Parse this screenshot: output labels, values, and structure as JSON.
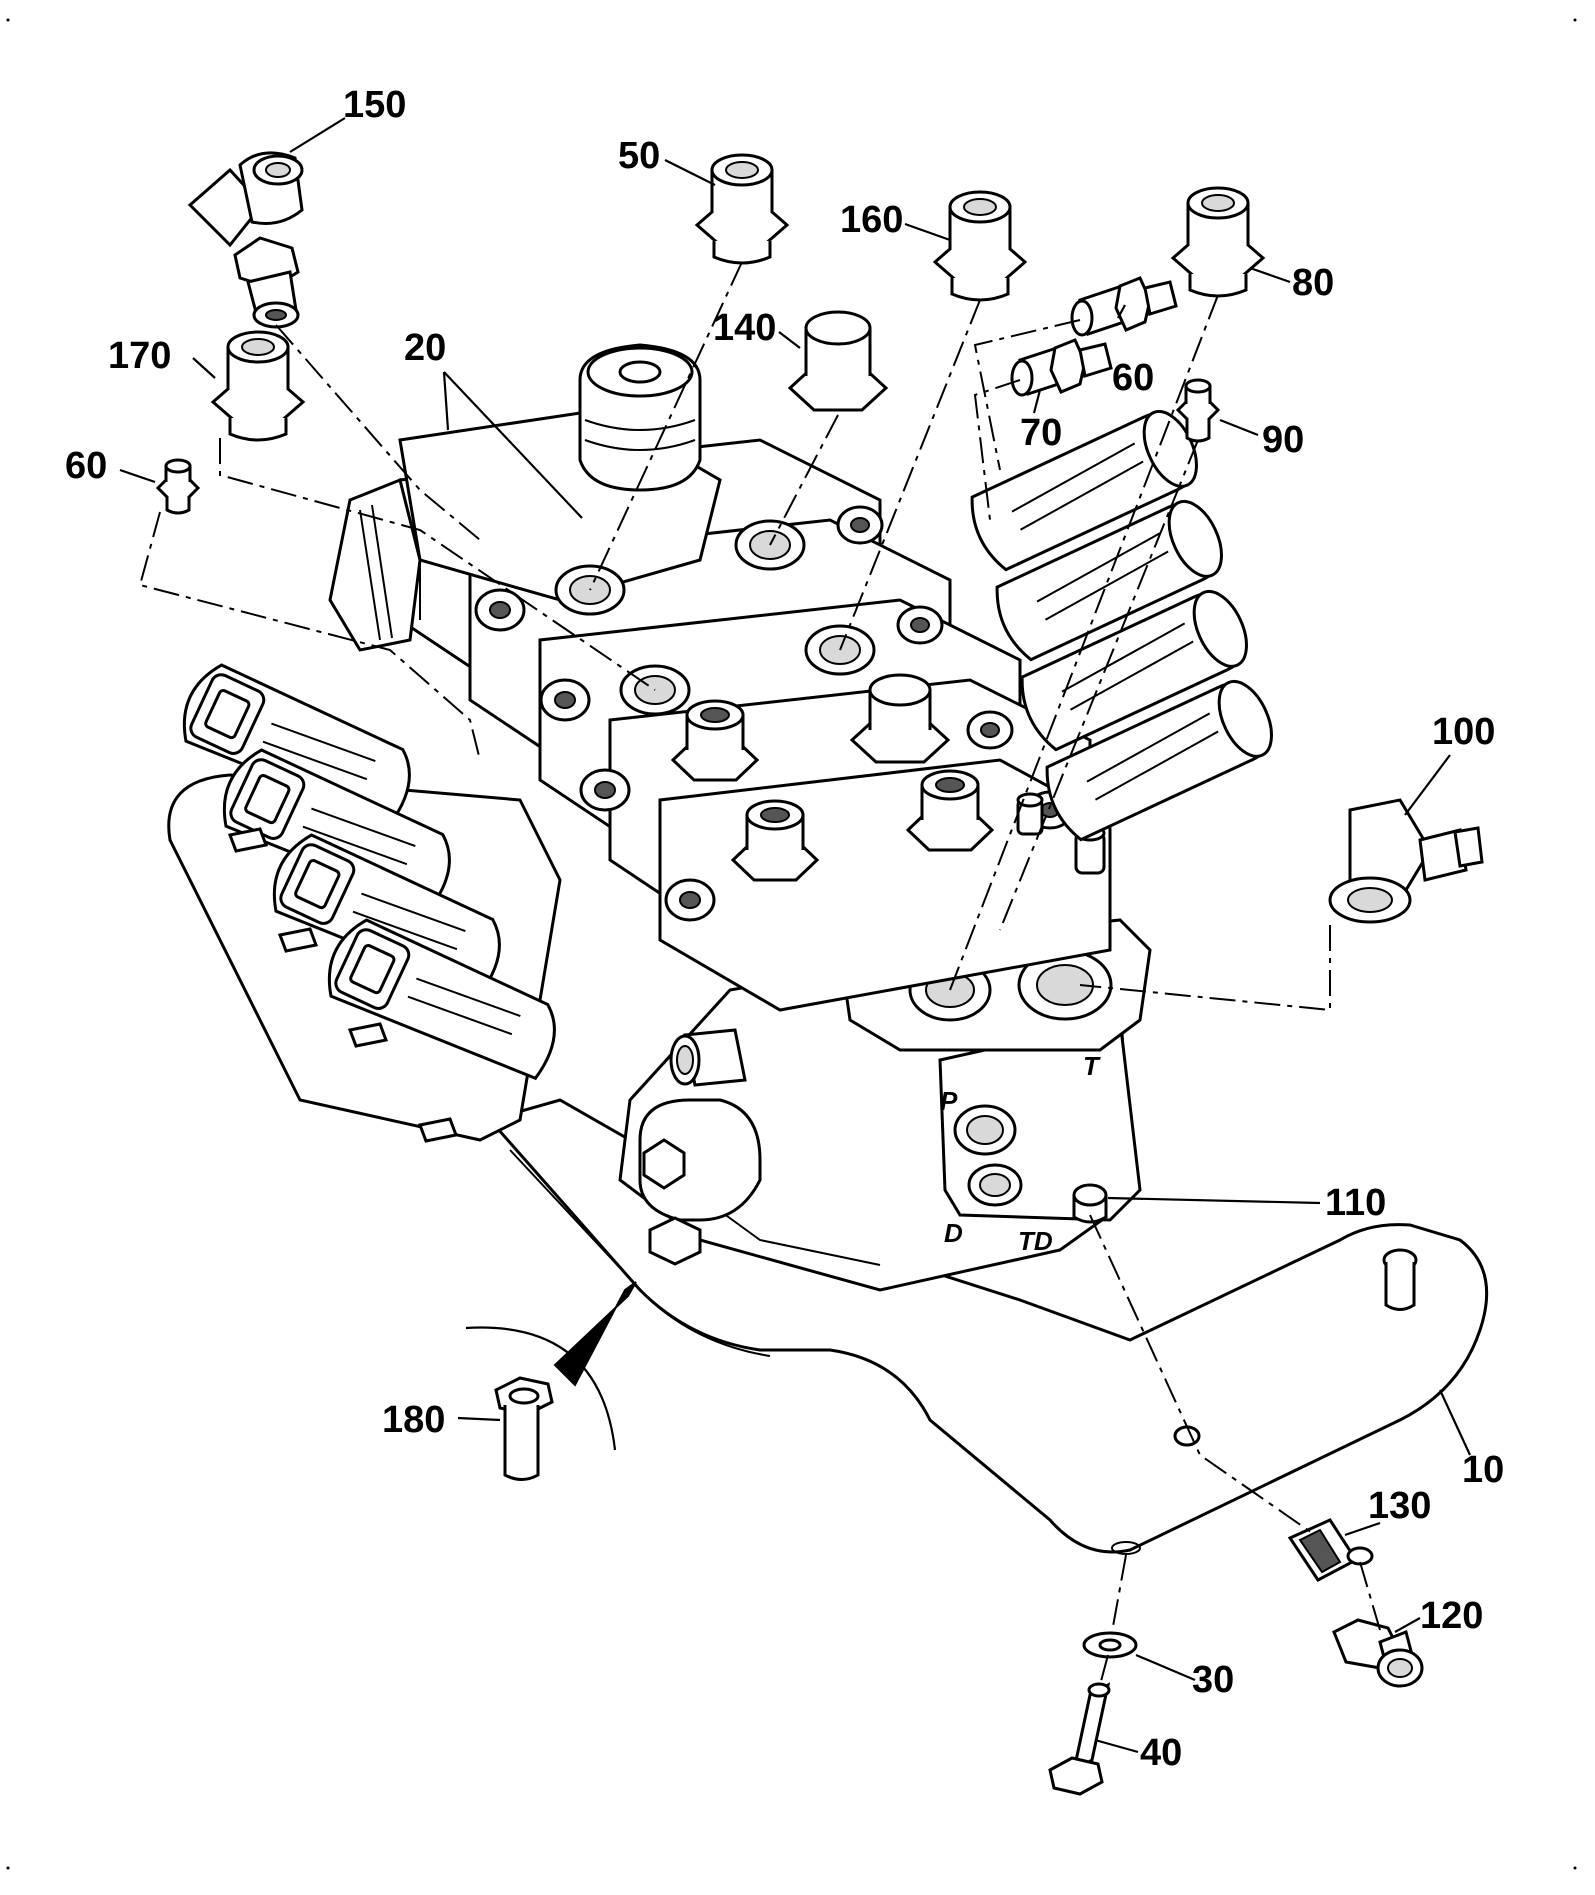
{
  "callouts": [
    {
      "id": "c150",
      "label": "150"
    },
    {
      "id": "c50",
      "label": "50"
    },
    {
      "id": "c160",
      "label": "160"
    },
    {
      "id": "c80",
      "label": "80"
    },
    {
      "id": "c20",
      "label": "20"
    },
    {
      "id": "c140",
      "label": "140"
    },
    {
      "id": "c170",
      "label": "170"
    },
    {
      "id": "c60a",
      "label": "60"
    },
    {
      "id": "c70",
      "label": "70"
    },
    {
      "id": "c90",
      "label": "90"
    },
    {
      "id": "c60b",
      "label": "60"
    },
    {
      "id": "c100",
      "label": "100"
    },
    {
      "id": "c110",
      "label": "110"
    },
    {
      "id": "c180",
      "label": "180"
    },
    {
      "id": "c10",
      "label": "10"
    },
    {
      "id": "c130",
      "label": "130"
    },
    {
      "id": "c120",
      "label": "120"
    },
    {
      "id": "c30",
      "label": "30"
    },
    {
      "id": "c40",
      "label": "40"
    }
  ],
  "port_markings": {
    "p": "P",
    "t": "T",
    "d": "D",
    "td": "TD"
  }
}
